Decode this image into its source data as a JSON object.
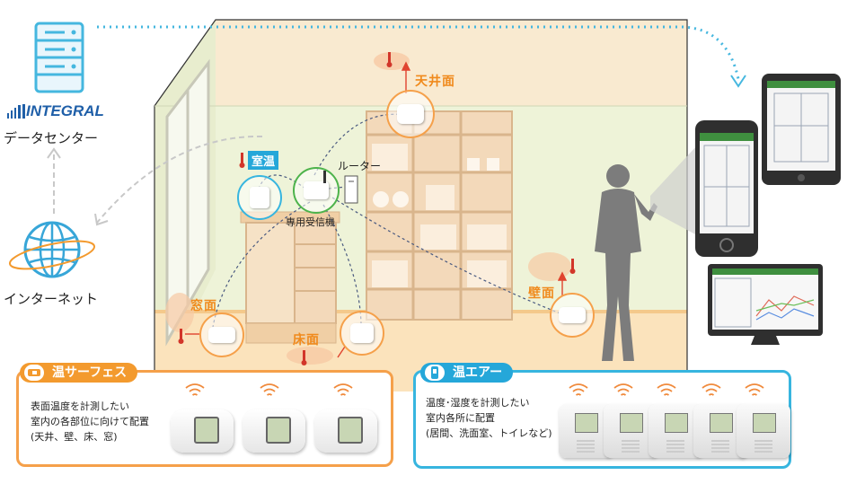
{
  "left": {
    "brand": "INTEGRAL",
    "datacenter": "データセンター",
    "internet": "インターネット"
  },
  "room": {
    "ceiling": "天井面",
    "room_temp": "室温",
    "router": "ルーター",
    "receiver": "専用受信機",
    "window": "窓面",
    "wall": "壁面",
    "floor": "床面"
  },
  "panel_surface": {
    "title": "温サーフェス",
    "line1": "表面温度を計測したい",
    "line2": "室内の各部位に向けて配置",
    "line3": "(天井、壁、床、窓)"
  },
  "panel_air": {
    "title": "温エアー",
    "line1": "温度･湿度を計測したい",
    "line2": "室内各所に配置",
    "line3": "(居間、洗面室、トイレなど)"
  },
  "colors": {
    "accent_orange": "#f39a2e",
    "accent_blue": "#25a7d9",
    "wall": "#eef3d8",
    "floor": "#fbe3bc"
  }
}
